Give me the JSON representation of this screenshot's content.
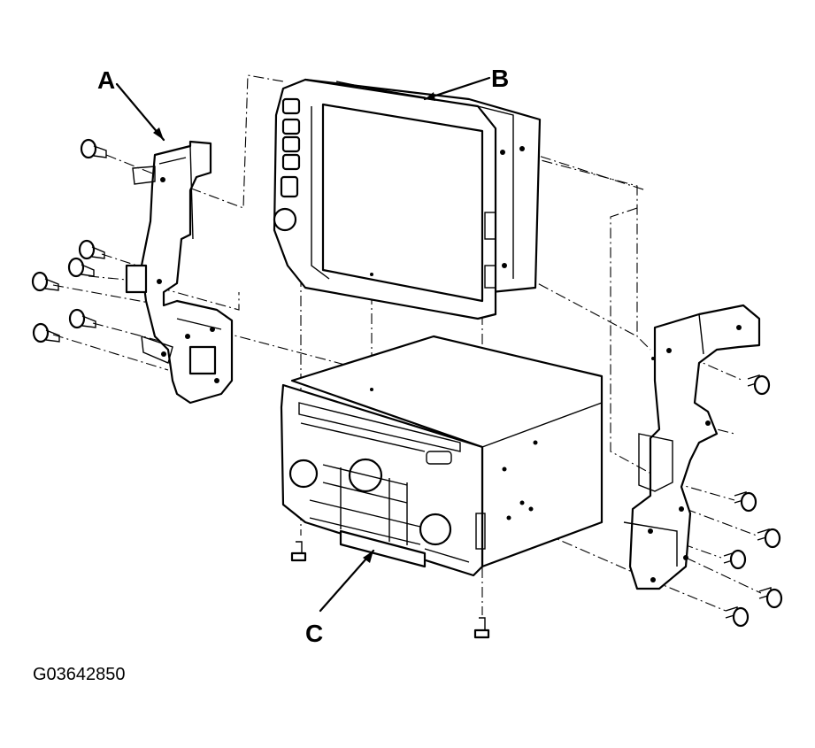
{
  "figure_id": "G03642850",
  "labels": {
    "a": "A",
    "b": "B",
    "c": "C"
  },
  "colors": {
    "line": "#000000",
    "background": "#ffffff"
  }
}
